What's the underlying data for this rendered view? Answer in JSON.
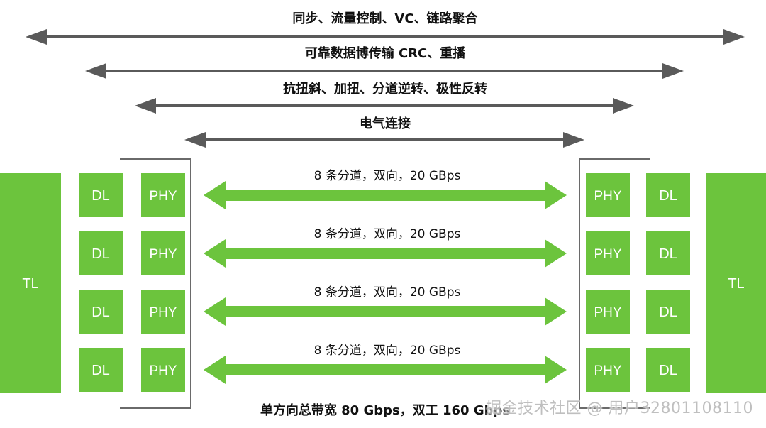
{
  "layers": [
    "同步、流量控制、VC、链路聚合",
    "可靠数据博传输 CRC、重播",
    "抗扭斜、加扭、分道逆转、极性反转",
    "电气连接"
  ],
  "lane_label": "8 条分道，双向，20 GBps",
  "lane_count": 4,
  "boxes": {
    "tl": "TL",
    "dl": "DL",
    "phy": "PHY"
  },
  "footer": "单方向总带宽 80 Gbps，双工 160 Gbps",
  "watermark": "掘金技术社区 @ 用户3280110811​0",
  "colors": {
    "green": "#6cc43d",
    "gray_arrow": "#5a5a5a",
    "bracket": "#6a6a6a",
    "text": "#111111"
  }
}
